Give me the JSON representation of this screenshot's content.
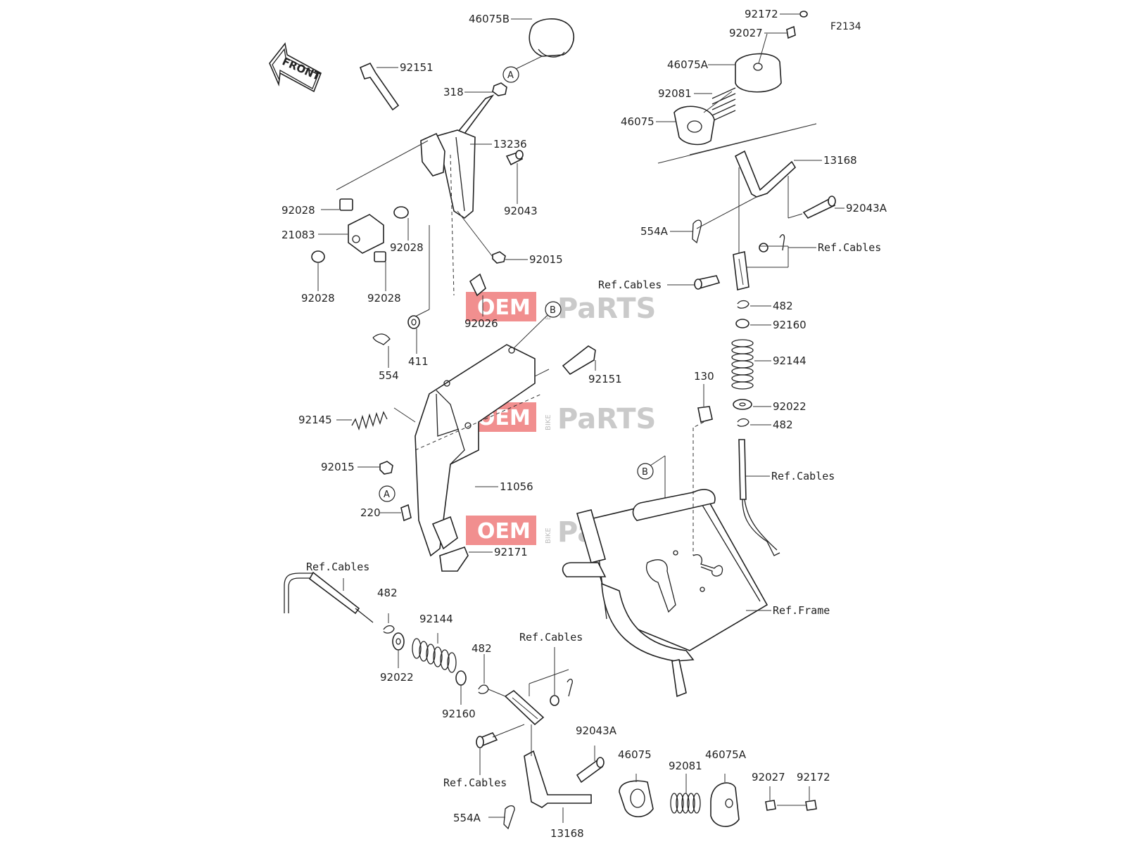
{
  "diagram_code": "F2134",
  "front_arrow_label": "FRONT",
  "watermark": {
    "oem": "OEM",
    "bike": "BIKE",
    "parts": "PaRTS"
  },
  "callouts": {
    "a": "A",
    "b": "B"
  },
  "parts": {
    "p46075B": "46075B",
    "p92151_top": "92151",
    "p318": "318",
    "p13236": "13236",
    "p92043": "92043",
    "p92028_a": "92028",
    "p21083": "21083",
    "p92028_b": "92028",
    "p92015_top": "92015",
    "p92028_c": "92028",
    "p92028_d": "92028",
    "p92026": "92026",
    "p411": "411",
    "p554": "554",
    "p92151_mid": "92151",
    "p92145": "92145",
    "p92015_mid": "92015",
    "p11056": "11056",
    "p220": "220",
    "p92171": "92171",
    "p92172_top": "92172",
    "p92027_top": "92027",
    "p46075A_top": "46075A",
    "p92081_top": "92081",
    "p46075_top": "46075",
    "p13168_top": "13168",
    "p92043A_top": "92043A",
    "p554A_top": "554A",
    "ref_cables_1": "Ref.Cables",
    "ref_cables_2": "Ref.Cables",
    "p482_a": "482",
    "p92160_top": "92160",
    "p92144_top": "92144",
    "p130": "130",
    "p92022_top": "92022",
    "p482_b": "482",
    "ref_cables_3": "Ref.Cables",
    "ref_frame": "Ref.Frame",
    "ref_cables_4": "Ref.Cables",
    "p482_c": "482",
    "p92144_bot": "92144",
    "p92022_bot": "92022",
    "p482_d": "482",
    "p92160_bot": "92160",
    "ref_cables_5": "Ref.Cables",
    "ref_cables_6": "Ref.Cables",
    "p92043A_bot": "92043A",
    "p46075_bot": "46075",
    "p92081_bot": "92081",
    "p46075A_bot": "46075A",
    "p92027_bot": "92027",
    "p92172_bot": "92172",
    "p554A_bot": "554A",
    "p13168_bot": "13168"
  }
}
